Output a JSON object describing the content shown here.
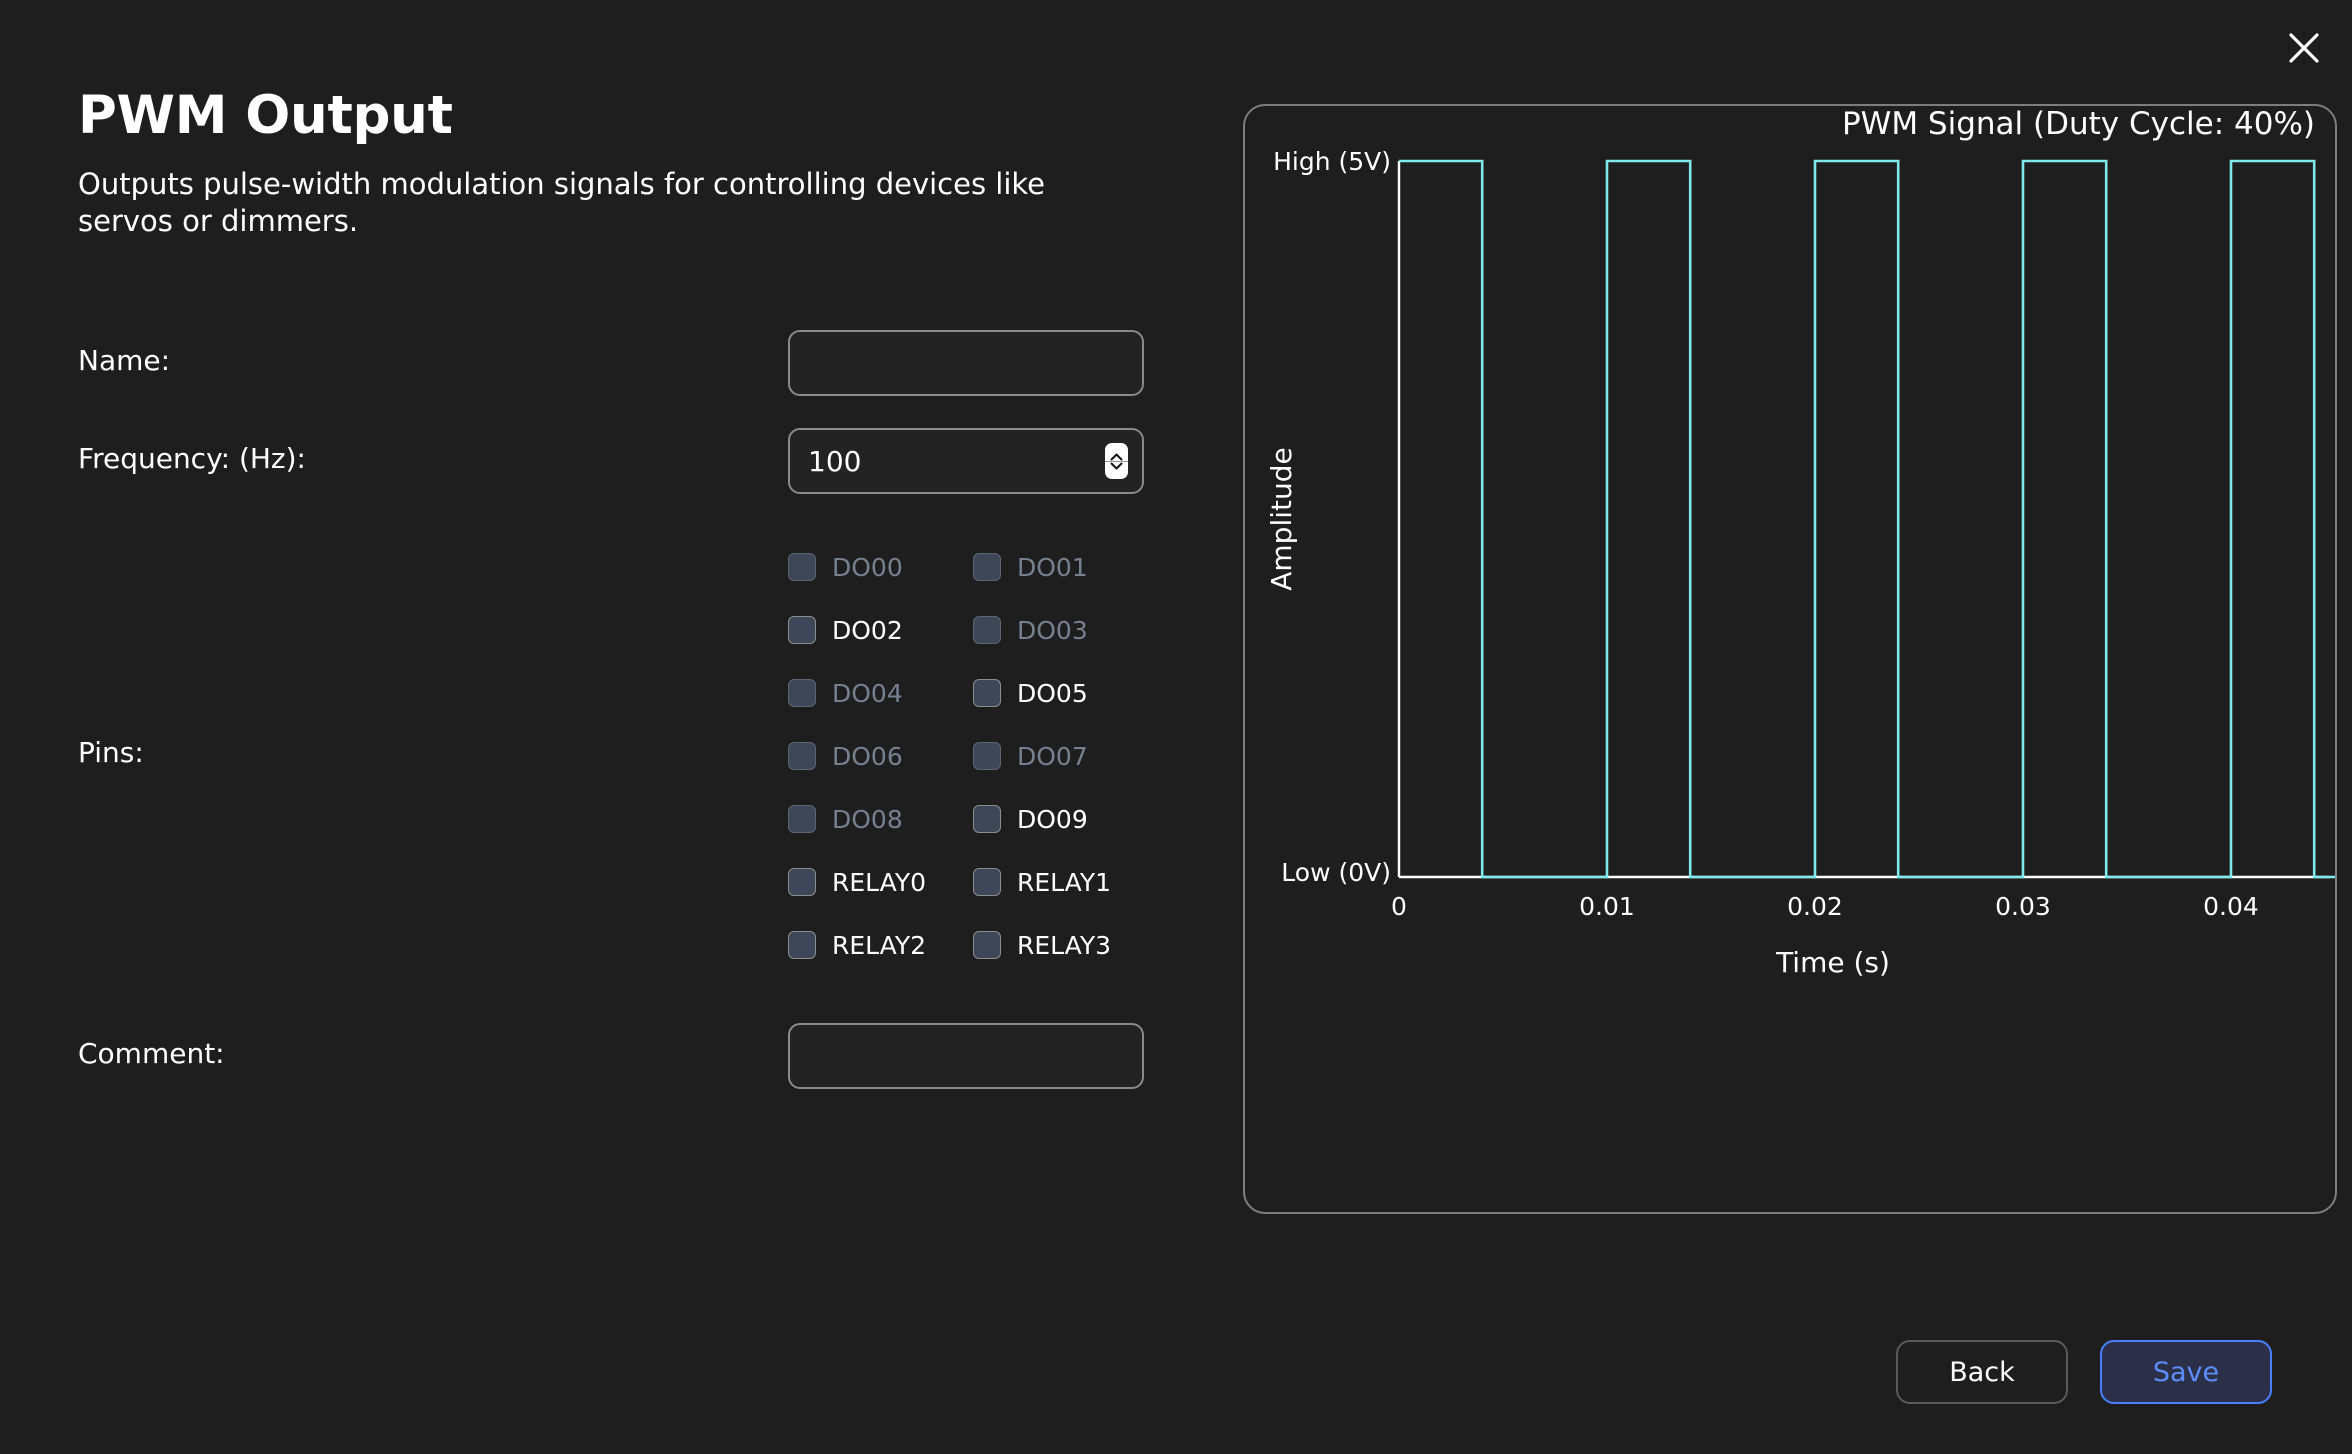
{
  "dialog": {
    "title": "PWM Output",
    "description": "Outputs pulse-width modulation signals for controlling devices like servos or dimmers.",
    "close_icon": "close-icon"
  },
  "form": {
    "name": {
      "label": "Name:",
      "value": "",
      "placeholder": ""
    },
    "frequency": {
      "label": "Frequency: (Hz):",
      "value": "100",
      "placeholder": ""
    },
    "pins": {
      "label": "Pins:",
      "items": [
        {
          "label": "DO00",
          "checked": false,
          "enabled": false
        },
        {
          "label": "DO01",
          "checked": false,
          "enabled": false
        },
        {
          "label": "DO02",
          "checked": false,
          "enabled": true
        },
        {
          "label": "DO03",
          "checked": false,
          "enabled": false
        },
        {
          "label": "DO04",
          "checked": false,
          "enabled": false
        },
        {
          "label": "DO05",
          "checked": false,
          "enabled": true
        },
        {
          "label": "DO06",
          "checked": false,
          "enabled": false
        },
        {
          "label": "DO07",
          "checked": false,
          "enabled": false
        },
        {
          "label": "DO08",
          "checked": false,
          "enabled": false
        },
        {
          "label": "DO09",
          "checked": false,
          "enabled": true
        },
        {
          "label": "RELAY0",
          "checked": false,
          "enabled": true
        },
        {
          "label": "RELAY1",
          "checked": false,
          "enabled": true
        },
        {
          "label": "RELAY2",
          "checked": false,
          "enabled": true
        },
        {
          "label": "RELAY3",
          "checked": false,
          "enabled": true
        }
      ]
    },
    "comment": {
      "label": "Comment:",
      "value": "",
      "placeholder": ""
    }
  },
  "footer": {
    "back_label": "Back",
    "save_label": "Save"
  },
  "colors": {
    "background": "#1e1e1e",
    "text": "#ffffff",
    "text_disabled": "#76808f",
    "input_border": "#8a8a8a",
    "checkbox_fill": "#3e4758",
    "panel_border": "#7d7d7d",
    "waveform": "#7fe9ec",
    "axis": "#ffffff",
    "save_accent": "#4a7dff",
    "save_text": "#5b8dfb",
    "save_fill": "#2b3048"
  },
  "chart_data": {
    "type": "line",
    "title": "PWM Signal (Duty Cycle: 40%)",
    "xlabel": "Time (s)",
    "ylabel": "Amplitude",
    "xlim": [
      0,
      0.045
    ],
    "ylim": [
      0,
      1
    ],
    "xticks": [
      0,
      0.01,
      0.02,
      0.03,
      0.04
    ],
    "xticklabels": [
      "0",
      "0.01",
      "0.02",
      "0.03",
      "0.04"
    ],
    "yticks": [
      0,
      1
    ],
    "yticklabels": [
      "Low (0V)",
      "High (5V)"
    ],
    "grid": false,
    "legend": null,
    "duty_cycle_pct": 40,
    "frequency_hz": 100,
    "period_s": 0.01,
    "high_time_s": 0.004,
    "pulse_count": 5,
    "series": [
      {
        "name": "PWM Signal",
        "color": "#7fe9ec",
        "x": [
          0,
          0.004,
          0.004,
          0.01,
          0.01,
          0.014,
          0.014,
          0.02,
          0.02,
          0.024,
          0.024,
          0.03,
          0.03,
          0.034,
          0.034,
          0.04,
          0.04,
          0.044,
          0.044,
          0.045
        ],
        "y": [
          1,
          1,
          0,
          0,
          1,
          1,
          0,
          0,
          1,
          1,
          0,
          0,
          1,
          1,
          0,
          0,
          1,
          1,
          0,
          0
        ]
      }
    ]
  }
}
